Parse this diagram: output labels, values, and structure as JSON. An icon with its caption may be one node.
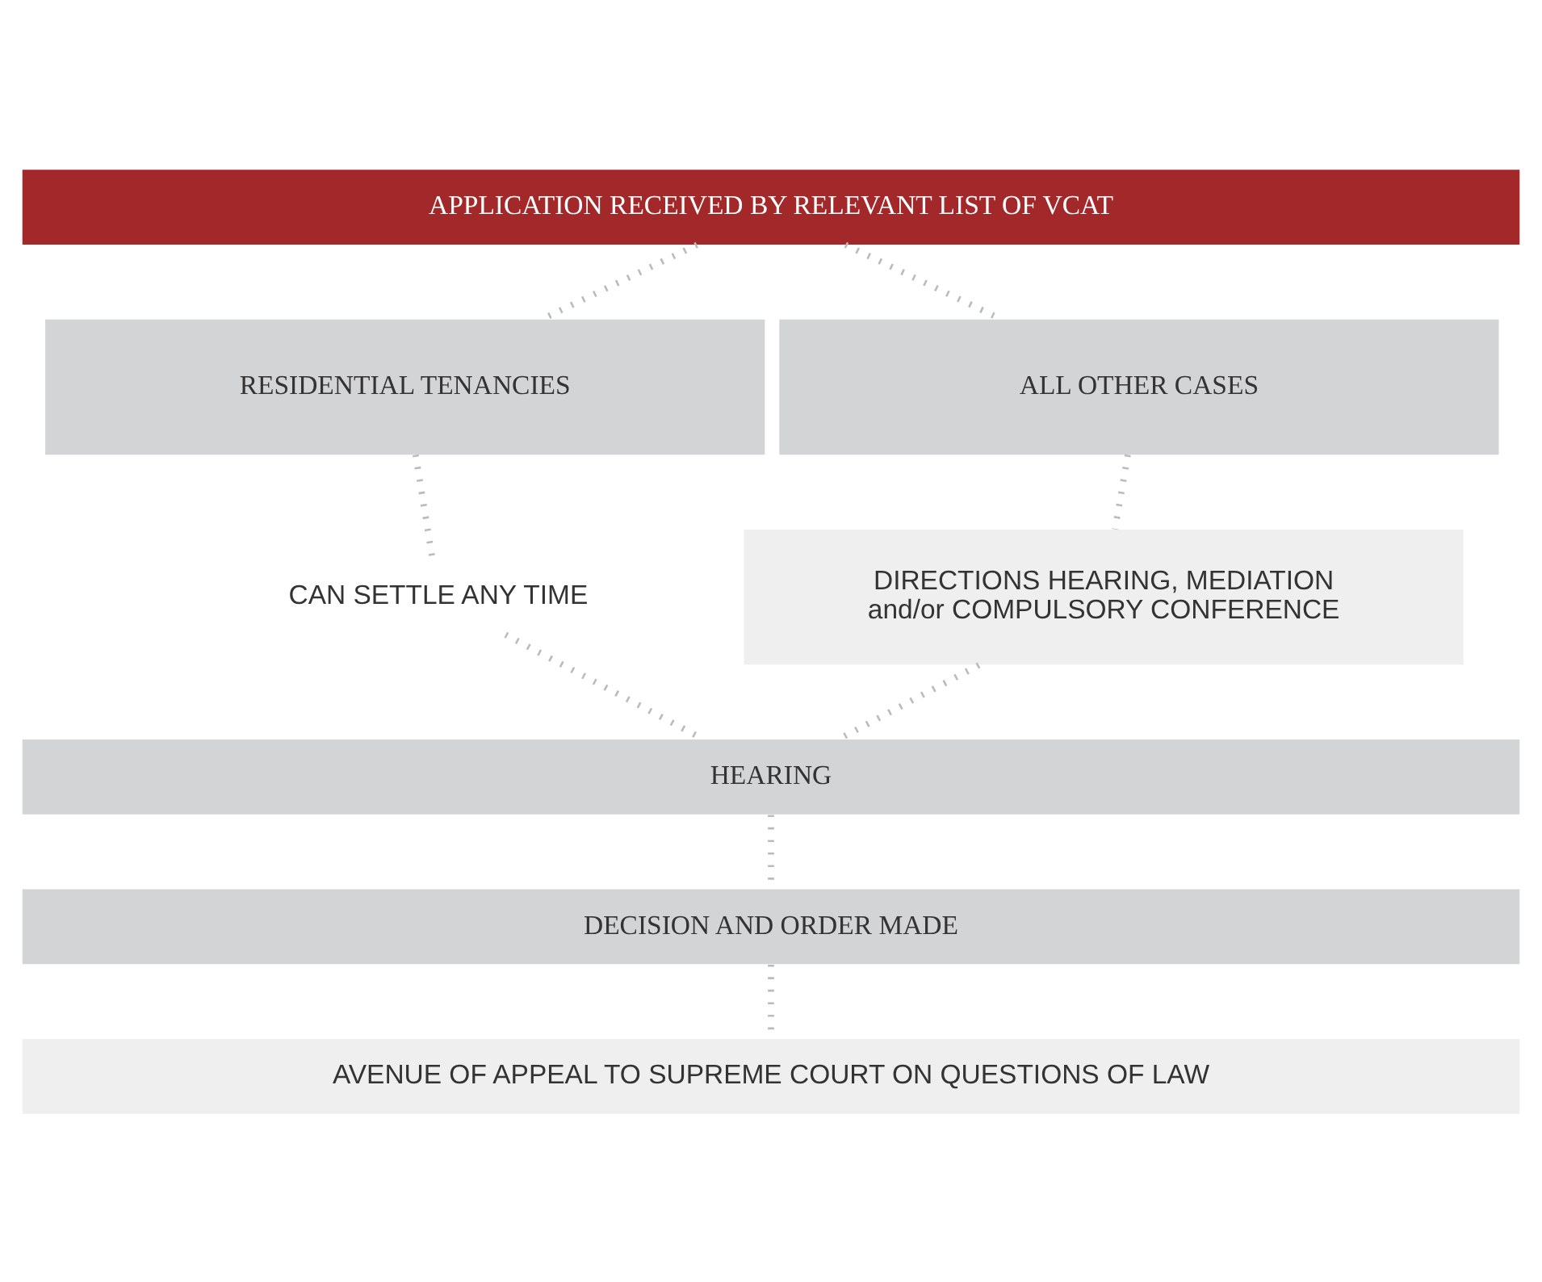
{
  "diagram": {
    "nodes": [
      {
        "text": [
          "APPLICATION RECEIVED BY RELEVANT LIST OF VCAT"
        ]
      },
      {
        "text": [
          "RESIDENTIAL TENANCIES"
        ]
      },
      {
        "text": [
          "ALL OTHER CASES"
        ]
      },
      {
        "text": [
          "CAN SETTLE ANY TIME"
        ]
      },
      {
        "text": [
          "DIRECTIONS HEARING, MEDIATION and/or COMPULSORY CONFERENCE"
        ]
      },
      {
        "text": [
          "HEARING"
        ]
      },
      {
        "text": [
          "DECISION AND ORDER MADE"
        ]
      },
      {
        "text": [
          "AVENUE OF APPEAL TO SUPREME COURT ON QUESTIONS OF LAW"
        ]
      }
    ],
    "edges": [
      {
        "from": 0,
        "to": 1,
        "arrow": "none"
      },
      {
        "from": 0,
        "to": 2,
        "arrow": "none"
      },
      {
        "from": 1,
        "to": 3,
        "arrow": "none"
      },
      {
        "from": 3,
        "to": 5,
        "arrow": "none"
      },
      {
        "from": 2,
        "to": 4,
        "arrow": "none"
      },
      {
        "from": 4,
        "to": 5,
        "arrow": "none"
      },
      {
        "from": 5,
        "to": 6,
        "arrow": "none"
      },
      {
        "from": 6,
        "to": 7,
        "arrow": "none"
      }
    ]
  }
}
